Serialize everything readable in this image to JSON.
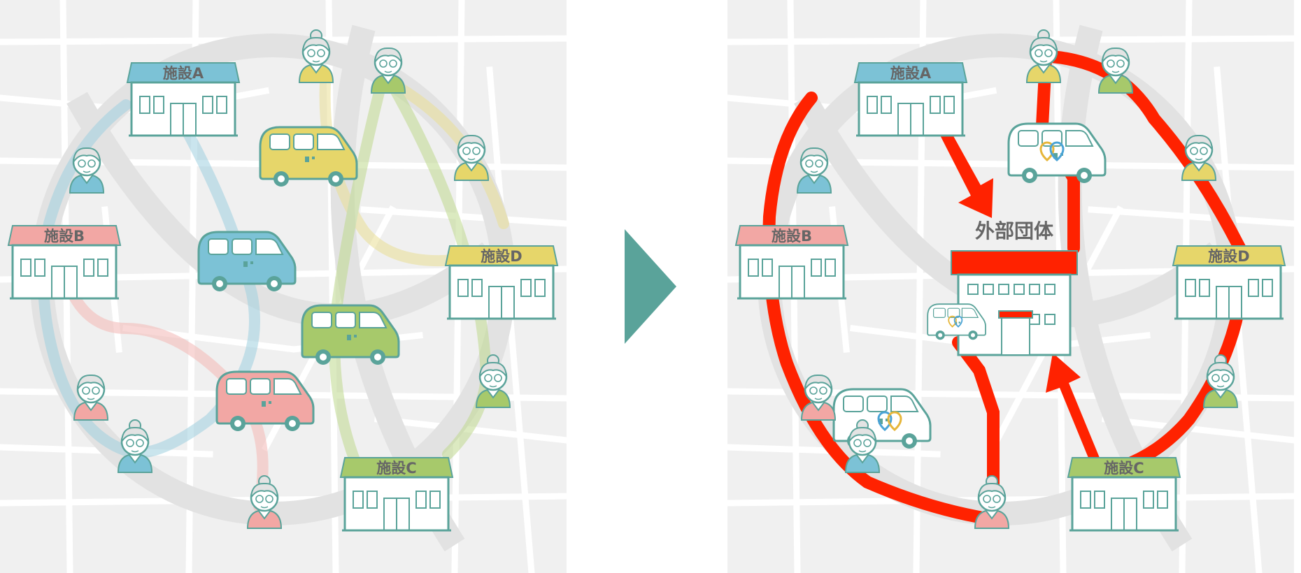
{
  "colors": {
    "teal": "#5aa39a",
    "map_bg": "#f0f0f0",
    "road": "#ffffff",
    "ring": "#dedede",
    "red_route": "#ff2200",
    "facility_a": "#7cc2d6",
    "facility_b": "#f2a7a4",
    "facility_c": "#a7c96b",
    "facility_d": "#e6d66a",
    "van_blue": "#7cc2d6",
    "van_yellow": "#e6d66a",
    "van_green": "#a7c96b",
    "van_red": "#f2a7a4"
  },
  "before": {
    "facilities": [
      {
        "key": "a",
        "label": "施設A",
        "color": "#7cc2d6"
      },
      {
        "key": "b",
        "label": "施設B",
        "color": "#f2a7a4"
      },
      {
        "key": "c",
        "label": "施設C",
        "color": "#a7c96b"
      },
      {
        "key": "d",
        "label": "施設D",
        "color": "#e6d66a"
      }
    ],
    "vans": [
      "van-yellow",
      "van-blue",
      "van-green",
      "van-red"
    ]
  },
  "transition_icon": "arrow-right-icon",
  "after": {
    "hub_label": "外部団体",
    "facilities": [
      {
        "key": "a",
        "label": "施設A"
      },
      {
        "key": "b",
        "label": "施設B"
      },
      {
        "key": "c",
        "label": "施設C"
      },
      {
        "key": "d",
        "label": "施設D"
      }
    ],
    "shared_van_icon": "location-pin-smile-icon"
  }
}
